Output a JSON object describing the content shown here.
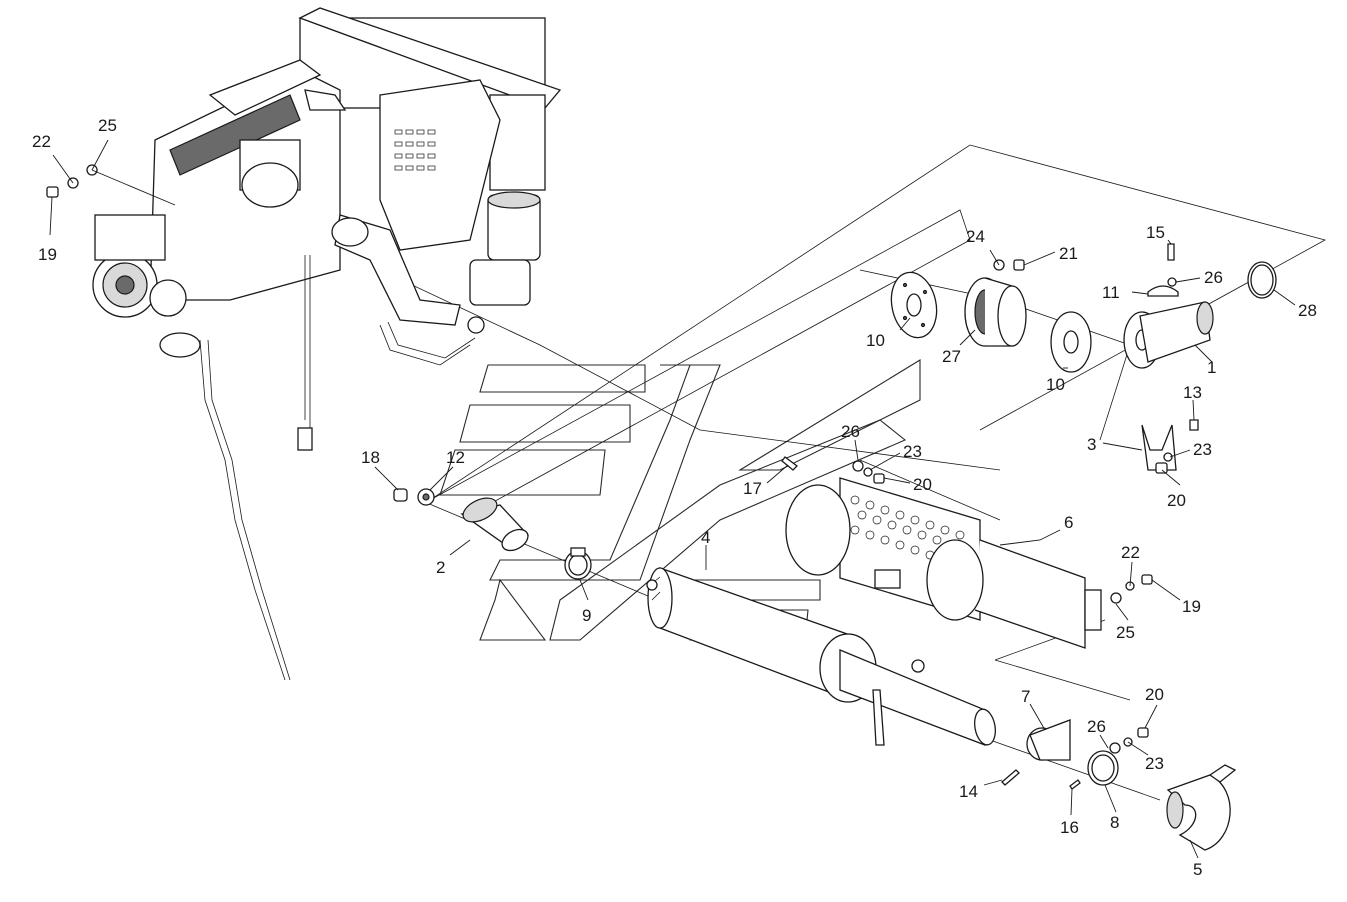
{
  "diagram": {
    "callouts": [
      {
        "id": "c19a",
        "text": "19"
      },
      {
        "id": "c22a",
        "text": "22"
      },
      {
        "id": "c25a",
        "text": "25"
      },
      {
        "id": "c24",
        "text": "24"
      },
      {
        "id": "c21",
        "text": "21"
      },
      {
        "id": "c15",
        "text": "15"
      },
      {
        "id": "c26a",
        "text": "26"
      },
      {
        "id": "c11",
        "text": "11"
      },
      {
        "id": "c28",
        "text": "28"
      },
      {
        "id": "c10a",
        "text": "10"
      },
      {
        "id": "c27",
        "text": "27"
      },
      {
        "id": "c10b",
        "text": "10"
      },
      {
        "id": "c1",
        "text": "1"
      },
      {
        "id": "c13",
        "text": "13"
      },
      {
        "id": "c3",
        "text": "3"
      },
      {
        "id": "c23a",
        "text": "23"
      },
      {
        "id": "c20a",
        "text": "20"
      },
      {
        "id": "c26b",
        "text": "26"
      },
      {
        "id": "c23b",
        "text": "23"
      },
      {
        "id": "c20b",
        "text": "20"
      },
      {
        "id": "c18",
        "text": "18"
      },
      {
        "id": "c12",
        "text": "12"
      },
      {
        "id": "c17",
        "text": "17"
      },
      {
        "id": "c2",
        "text": "2"
      },
      {
        "id": "c4",
        "text": "4"
      },
      {
        "id": "c9",
        "text": "9"
      },
      {
        "id": "c6",
        "text": "6"
      },
      {
        "id": "c22b",
        "text": "22"
      },
      {
        "id": "c19b",
        "text": "19"
      },
      {
        "id": "c25b",
        "text": "25"
      },
      {
        "id": "c20c",
        "text": "20"
      },
      {
        "id": "c7",
        "text": "7"
      },
      {
        "id": "c26c",
        "text": "26"
      },
      {
        "id": "c23c",
        "text": "23"
      },
      {
        "id": "c14",
        "text": "14"
      },
      {
        "id": "c16",
        "text": "16"
      },
      {
        "id": "c8",
        "text": "8"
      },
      {
        "id": "c5",
        "text": "5"
      }
    ]
  }
}
